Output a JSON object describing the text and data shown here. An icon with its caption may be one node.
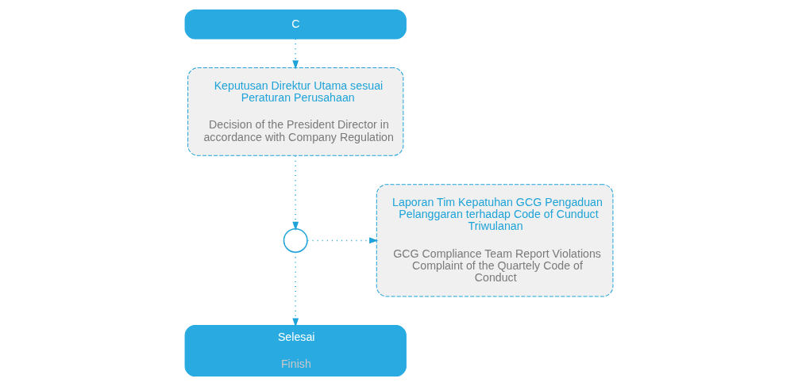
{
  "diagram": {
    "nodes": [
      {
        "text": [
          "C"
        ]
      },
      {
        "text": [
          "Keputusan Direktur Utama sesuai Peraturan Perusahaan",
          "Decision of the President Director in accordance with Company Regulation"
        ]
      },
      {
        "text": [],
        "shape": "circle"
      },
      {
        "text": [
          "Selesai",
          "Finish"
        ]
      },
      {
        "text": [
          "Laporan Tim Kepatuhan GCG Pengaduan Pelanggaran terhadap Code of Cunduct Triwulanan",
          "GCG Compliance Team Report Violations Complaint of the Quartely Code of Conduct"
        ]
      }
    ],
    "edges": [
      {
        "from": 0,
        "to": 1,
        "arrow": "to"
      },
      {
        "from": 1,
        "to": 2,
        "arrow": "to"
      },
      {
        "from": 2,
        "to": 3,
        "arrow": "to"
      },
      {
        "from": 2,
        "to": 4,
        "arrow": "to"
      }
    ]
  }
}
